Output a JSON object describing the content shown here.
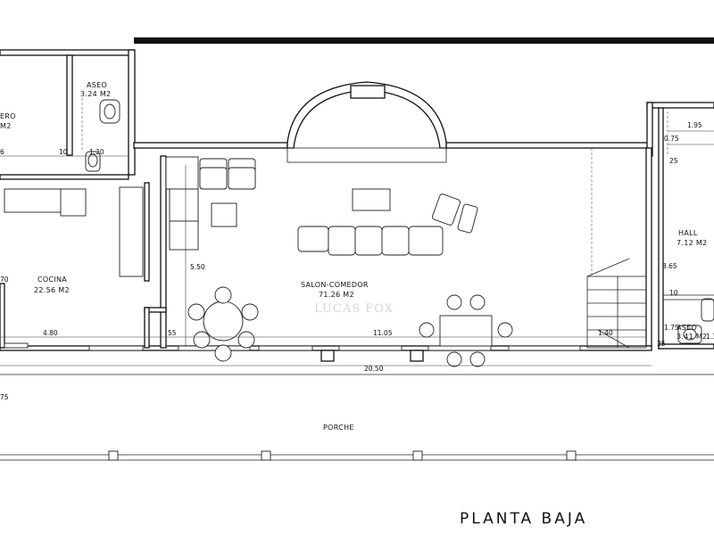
{
  "title": "PLANTA BAJA",
  "watermark": "LUCAS FOX",
  "rooms": [
    {
      "name": "ASEO",
      "area": "3.24 M2"
    },
    {
      "name": "ERO",
      "area": "M2"
    },
    {
      "name": "COCINA",
      "area": "22.56 M2"
    },
    {
      "name": "SALON-COMEDOR",
      "area": "71.26 M2"
    },
    {
      "name": "HALL",
      "area": "7.12 M2"
    },
    {
      "name": "ASEO",
      "area": "3.41 M2"
    },
    {
      "name": "PORCHE",
      "area": ""
    }
  ],
  "dimensions": {
    "d_6": "6",
    "d_10a": "10",
    "d_120": "1.20",
    "d_195": "1.95",
    "d_075": "0.75",
    "d_25a": "25",
    "d_550": "5.50",
    "d_70": "70",
    "d_365": "3.65",
    "d_10b": "10",
    "d_175": "1.75",
    "d_13": "1.3",
    "d_480": "4.80",
    "d_55": "55",
    "d_1105": "11.05",
    "d_140": "1.40",
    "d_25b": "25",
    "d_2050": "20.50",
    "d_75": "75"
  }
}
